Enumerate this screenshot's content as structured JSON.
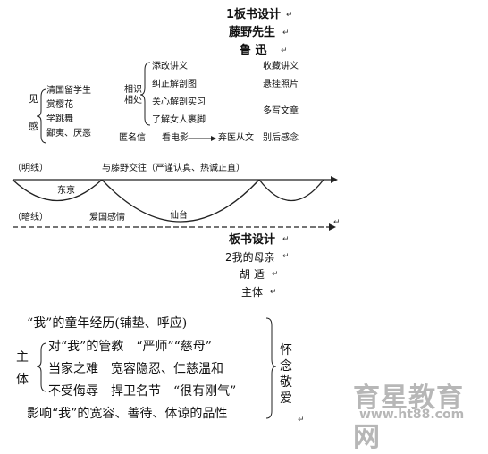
{
  "section1": {
    "title": "1板书设计",
    "lesson": "藤野先生",
    "author": "鲁 迅",
    "left_group": {
      "label_top": "见",
      "label_bottom": "感",
      "items": [
        "清国留学生",
        "赏樱花",
        "学跳舞",
        "鄙夷、厌恶"
      ]
    },
    "middle_group": {
      "label_1": "相识",
      "label_2": "相处",
      "items": [
        "添改讲义",
        "纠正解剖图",
        "关心解剖实习",
        "了解女人裹脚"
      ]
    },
    "right_items": [
      "收藏讲义",
      "悬挂照片",
      "多写文章"
    ],
    "bottom_row": [
      "匿名信",
      "看电影",
      "弃医从文",
      "别后感念"
    ],
    "timeline": {
      "bright_label": "（明线）",
      "bright_text": "与藤野交往（严谨认真、热诚正直）",
      "place_1": "东京",
      "place_2": "仙台",
      "dark_label": "（暗线）",
      "dark_text": "爱国感情"
    }
  },
  "section2": {
    "title": "板书设计",
    "lesson": "2我的母亲",
    "author": "胡 适",
    "subtitle": "主体",
    "left_label_top": "主",
    "left_label_bottom": "体",
    "lines": [
      "“我”的童年经历(铺垫、呼应)",
      "对“我”的管教　“严师”“慈母”",
      "当家之难　宽容隐忍、仁慈温和",
      "不受侮辱　捍卫名节　“很有刚气”",
      "影响“我”的宽容、善待、体谅的品性"
    ],
    "right_label": [
      "怀",
      "念",
      "敬",
      "爱"
    ]
  },
  "watermark": {
    "name": "育星教育网",
    "url": "www.ht88.com"
  }
}
